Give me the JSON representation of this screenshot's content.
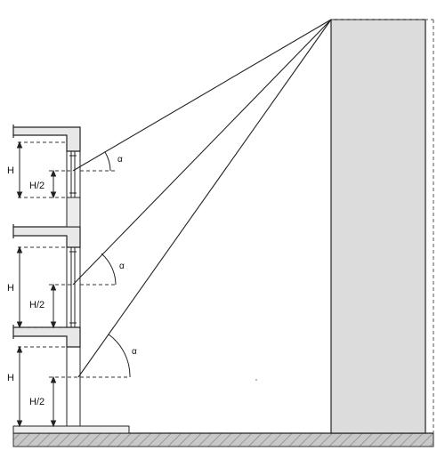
{
  "labels": {
    "height": "H",
    "half_height": "H/2",
    "angle": "α"
  },
  "floors": [
    "upper",
    "middle",
    "ground"
  ],
  "colors": {
    "line": "#222222",
    "slab_fill": "#e6e6e6",
    "building_fill": "#dedede",
    "ground_fill": "#bdbdbd"
  }
}
